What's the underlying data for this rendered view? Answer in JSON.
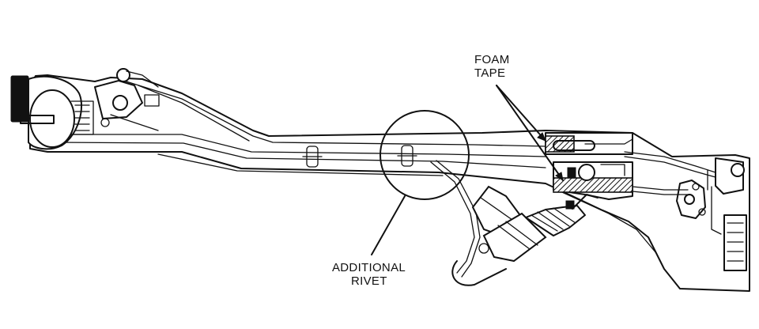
{
  "labels": {
    "foam_tape_line1": "FOAM",
    "foam_tape_line2": "TAPE",
    "rivet_line1": "ADDITIONAL",
    "rivet_line2": "RIVET"
  },
  "colors": {
    "ink": "#111111",
    "background": "#ffffff"
  }
}
